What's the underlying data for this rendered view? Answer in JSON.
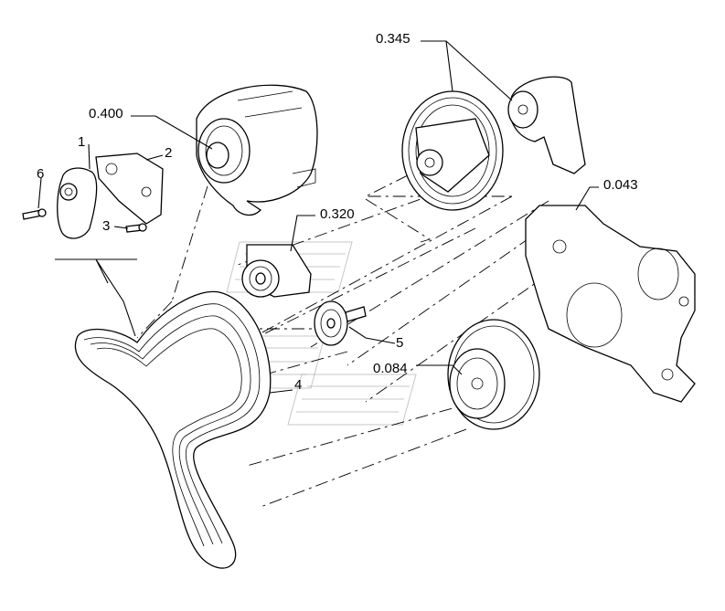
{
  "callouts": {
    "c_0345": "0.345",
    "c_0400": "0.400",
    "c_1": "1",
    "c_2": "2",
    "c_6": "6",
    "c_3": "3",
    "c_0320": "0.320",
    "c_0043": "0.043",
    "c_5": "5",
    "c_0084": "0.084",
    "c_4": "4"
  }
}
